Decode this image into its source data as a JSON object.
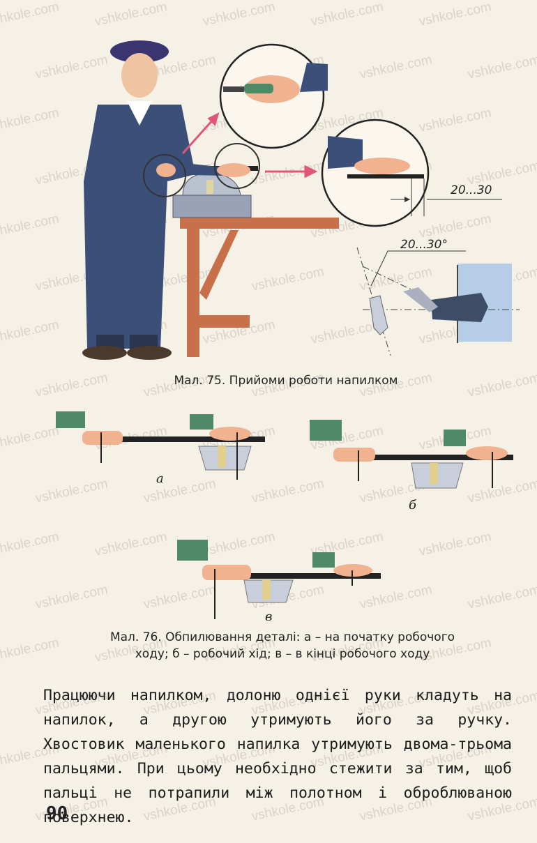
{
  "watermark": "vshkole.com",
  "figure75": {
    "caption": "Мал. 75. Прийоми роботи напилком",
    "dim_offset": "20...30",
    "dim_angle": "20...30°"
  },
  "figure76": {
    "caption_line1": "Мал. 76. Обпилювання деталі: а – на початку робочого",
    "caption_line2": "ходу; б – робочий хід; в – в кінці робочого ходу",
    "label_a": "а",
    "label_b": "б",
    "label_c": "в"
  },
  "text": {
    "paragraph": "Працюючи напилком, долоню однієї руки кладуть на напилок, а другою утримують його за ручку. Хвостовик маленького напилка утримують двома-трьома пальцями. При цьому необхідно стежити за тим, щоб пальці не потрапили між полотном і оброблюваною поверхнею."
  },
  "page_number": "90",
  "colors": {
    "coat": "#3b4f78",
    "beret": "#3a3570",
    "table": "#c7704a",
    "arrow_pink": "#e0567a",
    "sleeve": "#4f8a66",
    "skin": "#f0b28f"
  }
}
